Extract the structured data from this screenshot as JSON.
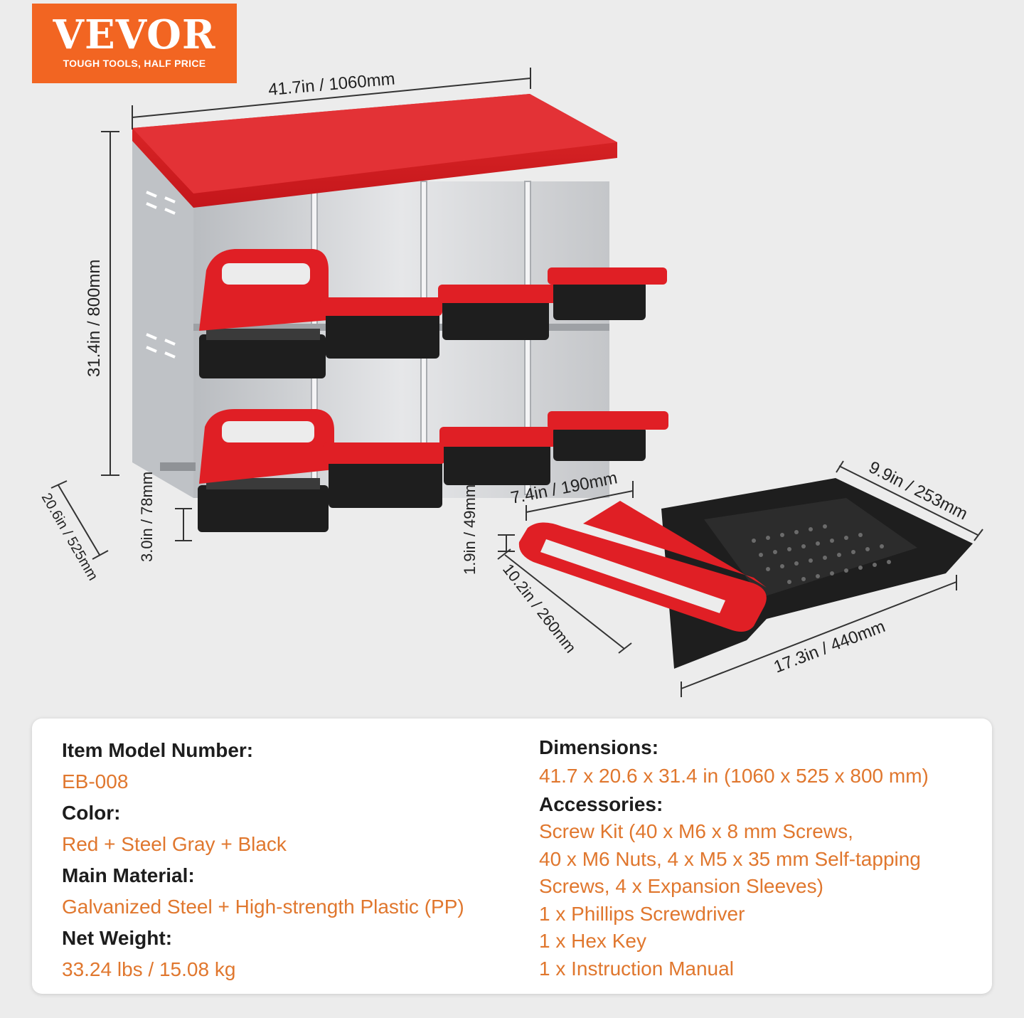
{
  "logo": {
    "brand": "VEVOR",
    "tagline": "TOUGH TOOLS, HALF PRICE"
  },
  "dimensions_labels": {
    "width": "41.7in / 1060mm",
    "height": "31.4in / 800mm",
    "depth": "20.6in / 525mm",
    "lip": "3.0in / 78mm",
    "tray_inner_width": "7.4in / 190mm",
    "tray_depth": "9.9in / 253mm",
    "tray_height": "1.9in / 49mm",
    "tray_front": "10.2in / 260mm",
    "tray_length": "17.3in / 440mm"
  },
  "specs": {
    "model_label": "Item Model Number:",
    "model_value": "EB-008",
    "color_label": "Color:",
    "color_value": "Red + Steel Gray + Black",
    "material_label": "Main Material:",
    "material_value": "Galvanized Steel + High-strength Plastic (PP)",
    "weight_label": "Net Weight:",
    "weight_value": "33.24 lbs / 15.08 kg",
    "dimensions_label": "Dimensions:",
    "dimensions_value": "41.7 x 20.6 x 31.4 in (1060 x 525 x 800 mm)",
    "accessories_label": "Accessories:",
    "accessories": [
      "Screw Kit (40 x M6 x 8 mm Screws,",
      "40 x M6 Nuts, 4 x M5 x 35 mm Self-tapping",
      "Screws, 4 x Expansion Sleeves)",
      "1 x Phillips Screwdriver",
      "1 x Hex Key",
      "1 x Instruction Manual"
    ]
  },
  "colors": {
    "brand": "#f26522",
    "accent_text": "#e0772e",
    "red": "#e01f25",
    "steel": "#c9cbce",
    "black": "#1e1e1e"
  }
}
